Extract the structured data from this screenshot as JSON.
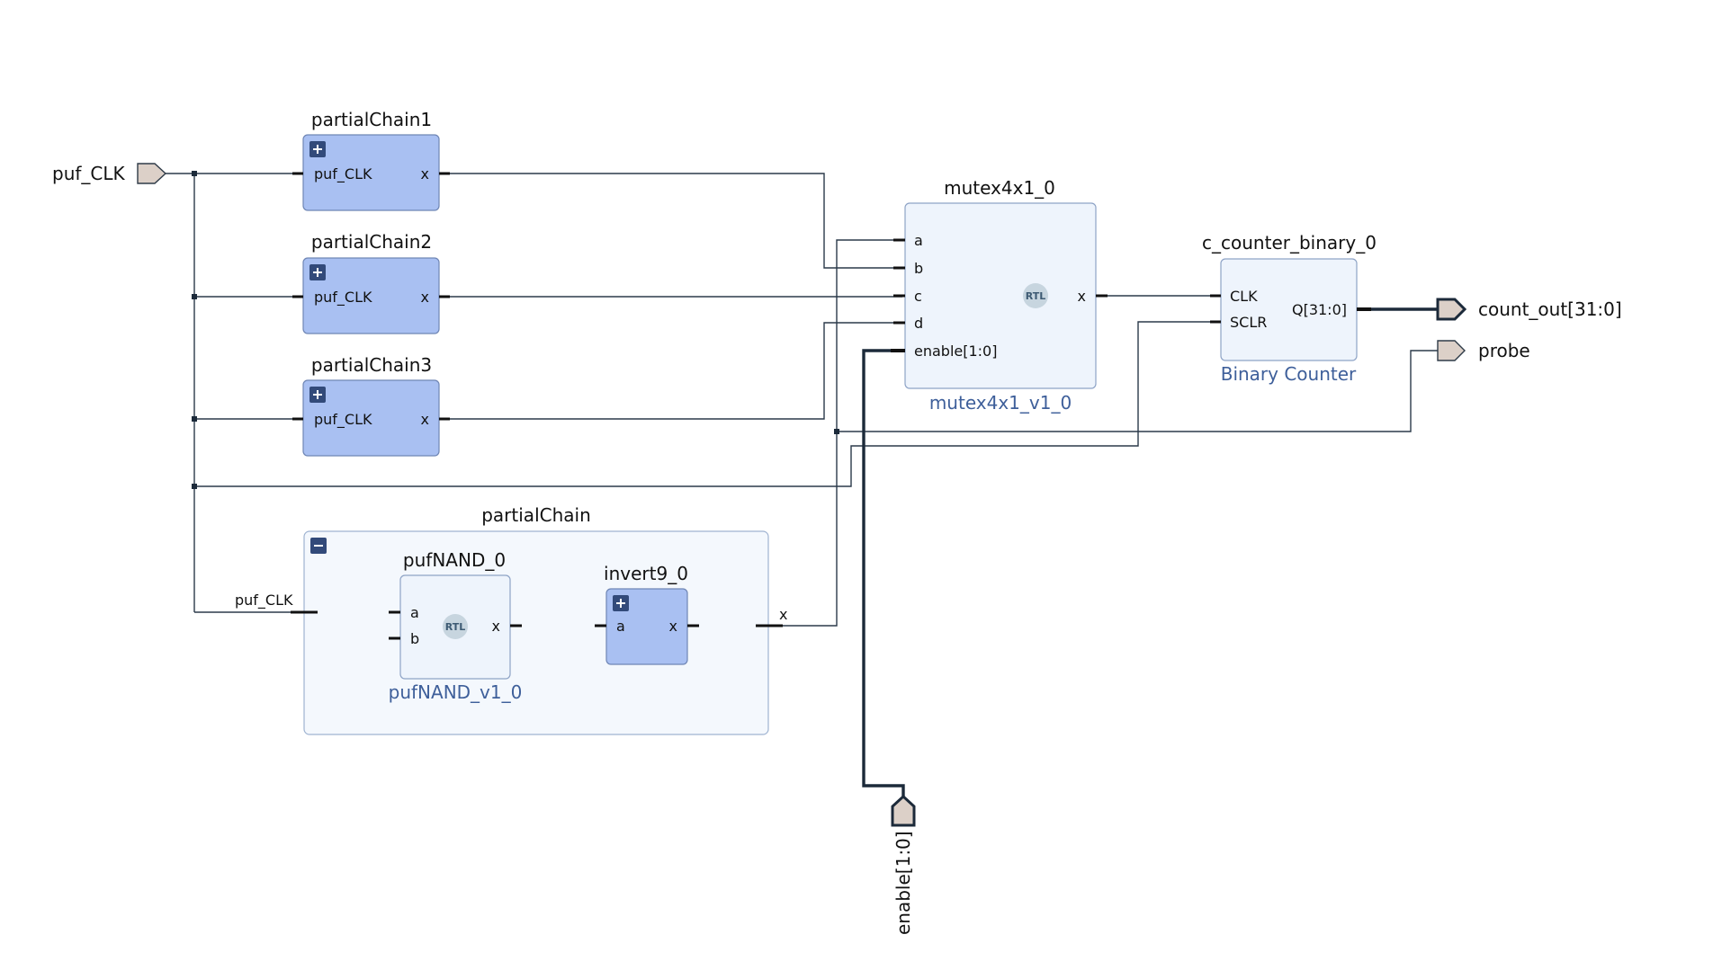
{
  "external_ports": {
    "puf_clk": "puf_CLK",
    "count_out": "count_out[31:0]",
    "probe": "probe",
    "enable": "enable[1:0]"
  },
  "blocks": {
    "partial_chain_1": {
      "title": "partialChain1",
      "in_port": "puf_CLK",
      "out_port": "x"
    },
    "partial_chain_2": {
      "title": "partialChain2",
      "in_port": "puf_CLK",
      "out_port": "x"
    },
    "partial_chain_3": {
      "title": "partialChain3",
      "in_port": "puf_CLK",
      "out_port": "x"
    },
    "mutex": {
      "title": "mutex4x1_0",
      "vlnv": "mutex4x1_v1_0",
      "ports_in": [
        "a",
        "b",
        "c",
        "d",
        "enable[1:0]"
      ],
      "out_port": "x",
      "badge": "RTL"
    },
    "counter": {
      "title": "c_counter_binary_0",
      "vlnv": "Binary Counter",
      "ports_in": [
        "CLK",
        "SCLR"
      ],
      "out_port": "Q[31:0]"
    },
    "partial_chain": {
      "title": "partialChain",
      "in_pin": "puf_CLK",
      "out_pin": "x",
      "puf_nand": {
        "title": "pufNAND_0",
        "vlnv": "pufNAND_v1_0",
        "ports_in": [
          "a",
          "b"
        ],
        "out_port": "x",
        "badge": "RTL"
      },
      "invert9": {
        "title": "invert9_0",
        "in_port": "a",
        "out_port": "x"
      }
    }
  },
  "colors": {
    "block_fill": "#a9c0f2",
    "block_light": "#eef4fc",
    "hier_fill": "#f4f8fd",
    "wire": "#2b3a4a",
    "vlnv_text": "#3e5f9a",
    "port_fill": "#dcd0c8",
    "button": "#324a7a"
  },
  "icons": {
    "expand": "plus-icon",
    "collapse": "minus-icon",
    "rtl": "rtl-badge-icon"
  }
}
